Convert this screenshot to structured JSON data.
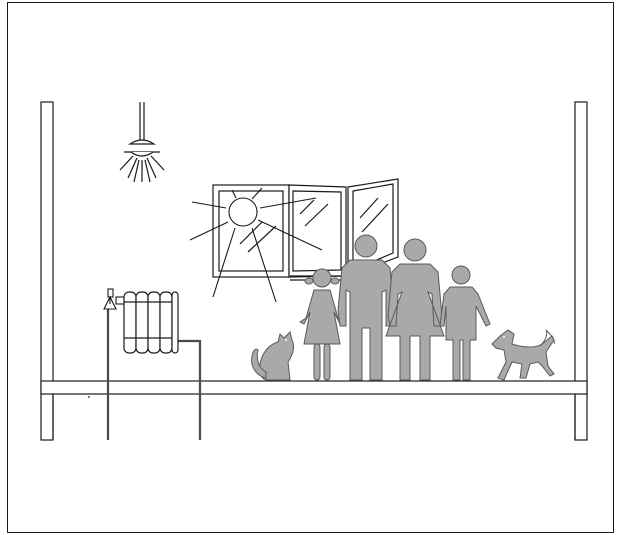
{
  "figure": {
    "kind": "line-illustration",
    "subject": "room-with-radiator-window-family-and-pets",
    "elements": [
      "frame",
      "walls",
      "floor-slab",
      "ceiling-lamp",
      "sun",
      "window",
      "radiator",
      "thermostatic-valve",
      "heating-pipes",
      "cat",
      "girl",
      "man",
      "woman",
      "boy",
      "dog"
    ]
  },
  "colors": {
    "line": "#1a1a1a",
    "figure_fill": "#a9a9a9",
    "figure_stroke": "#5a5a5a",
    "wall_fill": "#ffffff",
    "pipe": "#4a4a4a"
  }
}
